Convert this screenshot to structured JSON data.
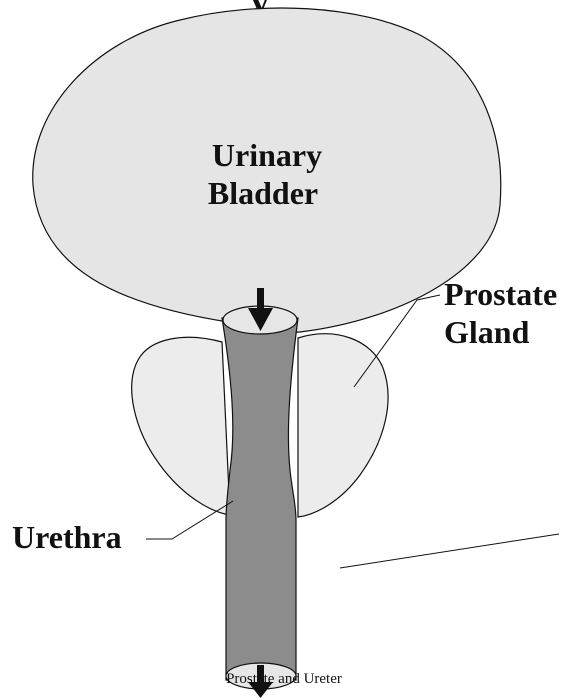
{
  "diagram": {
    "top_title_fragment": "y",
    "labels": {
      "bladder_line1": "Urinary",
      "bladder_line2": "Bladder",
      "prostate_line1": "Prostate",
      "prostate_line2": "Gland",
      "urethra": "Urethra"
    },
    "caption": "Prostate and Ureter",
    "colors": {
      "bladder_fill": "#e5e5e5",
      "prostate_fill": "#ececec",
      "urethra_fill": "#8c8c8c",
      "urethra_end_fill": "#e6e6e6",
      "stroke": "#111111"
    }
  }
}
